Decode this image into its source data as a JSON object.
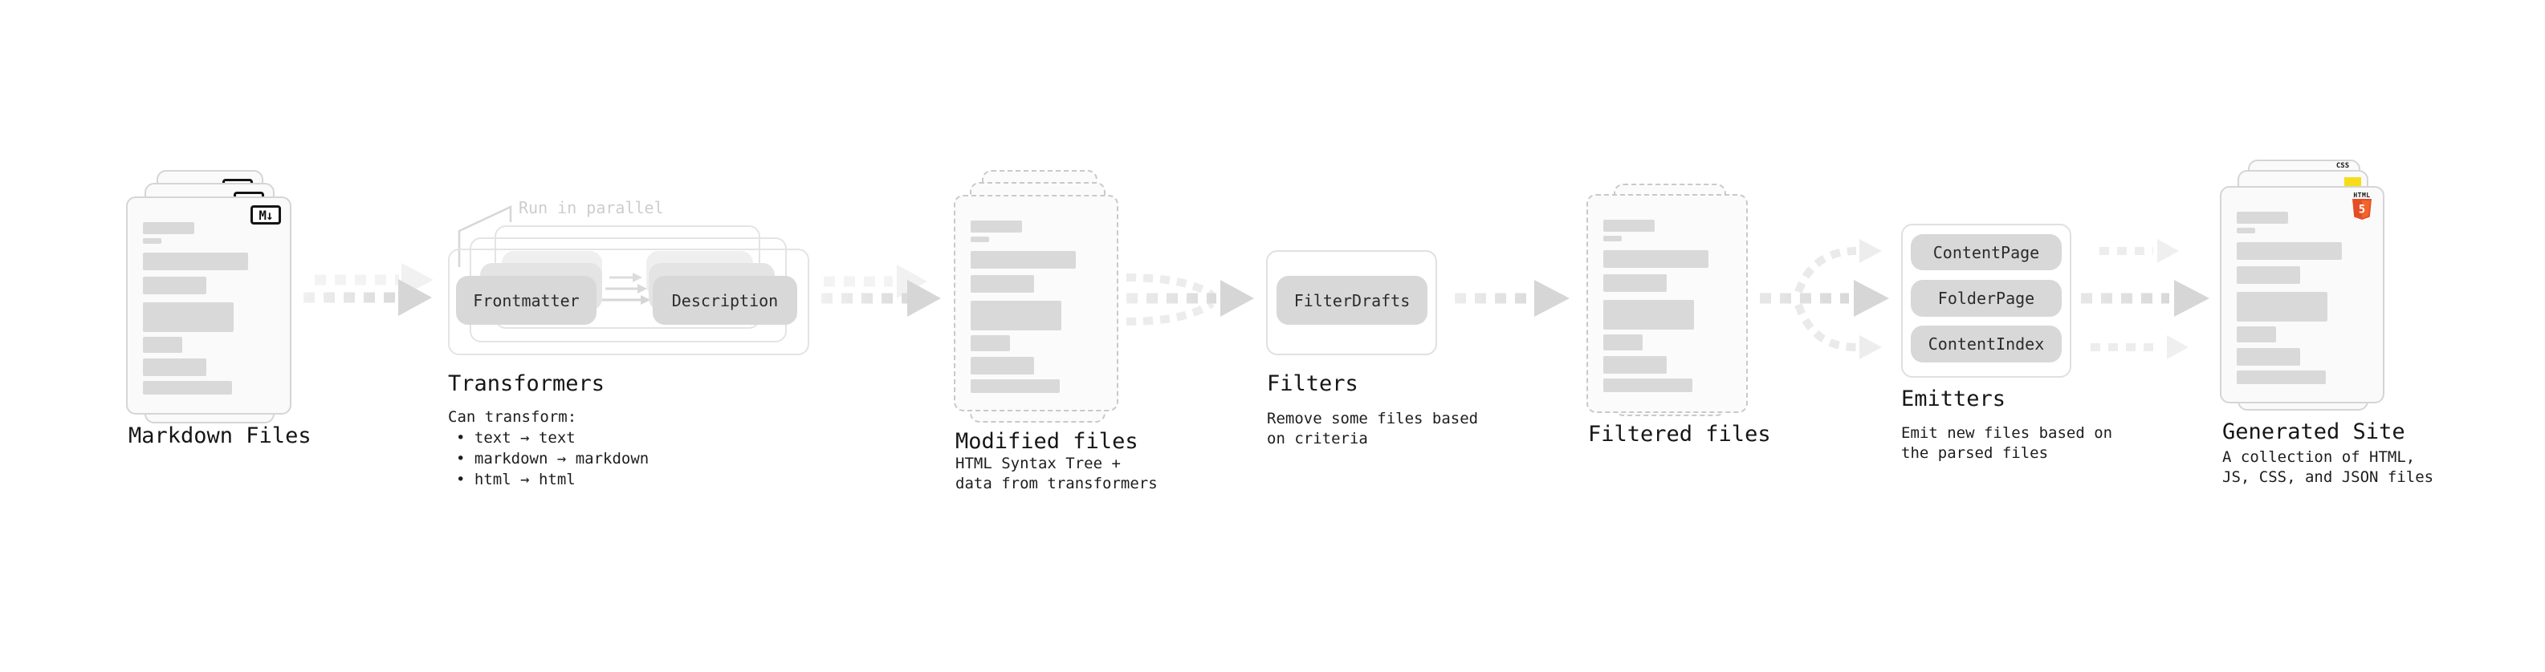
{
  "stages": {
    "markdown": {
      "title": "Markdown Files"
    },
    "transformers": {
      "title": "Transformers",
      "note": "Run in parallel",
      "pill_left": "Frontmatter",
      "pill_right": "Description",
      "desc_heading": "Can transform:",
      "bullets": [
        "• text → text",
        "• markdown → markdown",
        "• html → html"
      ]
    },
    "modified": {
      "title": "Modified files",
      "subtitle": [
        "HTML Syntax Tree +",
        "data from transformers"
      ]
    },
    "filters": {
      "title": "Filters",
      "pill": "FilterDrafts",
      "subtitle": [
        "Remove some files based",
        "on criteria"
      ]
    },
    "filtered": {
      "title": "Filtered files"
    },
    "emitters": {
      "title": "Emitters",
      "pills": [
        "ContentPage",
        "FolderPage",
        "ContentIndex"
      ],
      "subtitle": [
        "Emit new files based on",
        "the parsed files"
      ]
    },
    "generated": {
      "title": "Generated Site",
      "subtitle": [
        "A collection of HTML,",
        "JS, CSS, and JSON files"
      ]
    }
  },
  "badges": {
    "markdown_glyph": "M↓",
    "html5_label": "HTML",
    "html5_number": "5",
    "css_label": "CSS"
  },
  "colors": {
    "html5_orange": "#E44D26",
    "js_yellow": "#F5DE19",
    "css_blue": "#2962EA",
    "pill_gray": "#D8D8D8",
    "bar_gray": "#D9D9D9",
    "arrow_dark": "#D5D5D5",
    "arrow_light": "#EBEBEB",
    "arrow_ghost": "#F3F3F3",
    "note_gray": "#CDCDCD",
    "text_dark": "#161616"
  }
}
